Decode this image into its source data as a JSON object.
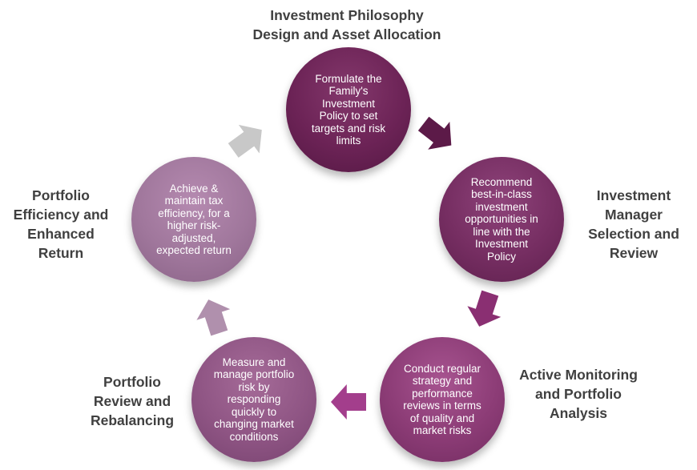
{
  "steps": [
    {
      "label": "Investment Philosophy\nDesign and Asset Allocation",
      "text": "Formulate the Family's Investment Policy to set targets and risk limits"
    },
    {
      "label": "Investment\nManager\nSelection and\nReview",
      "text": "Recommend best-in-class investment opportunities in line with the Investment Policy"
    },
    {
      "label": "Active Monitoring\nand Portfolio\nAnalysis",
      "text": "Conduct regular strategy and performance reviews in terms of quality and market risks"
    },
    {
      "label": "Portfolio\nReview and\nRebalancing",
      "text": "Measure and manage portfolio risk by responding quickly to changing market conditions"
    },
    {
      "label": "Portfolio\nEfficiency and\nEnhanced\nReturn",
      "text": "Achieve & maintain tax efficiency, for a higher risk-adjusted, expected return"
    }
  ],
  "colors": {
    "label_text": "#404040",
    "circle_1": "#6c2356",
    "circle_2": "#762e62",
    "circle_3": "#8c3c76",
    "circle_4": "#8f5584",
    "circle_5": "#a0779c",
    "arrow_1": "#5c1a48",
    "arrow_2": "#8a2f72",
    "arrow_3": "#a33e8c",
    "arrow_4": "#b090ad",
    "arrow_5": "#c8c8c8"
  }
}
